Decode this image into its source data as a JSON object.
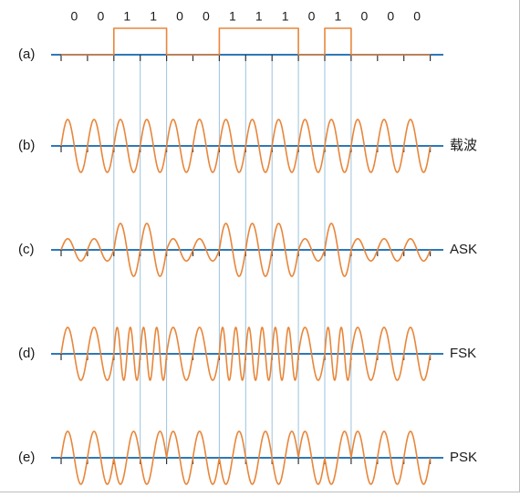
{
  "bits": [
    "0",
    "0",
    "1",
    "1",
    "0",
    "0",
    "1",
    "1",
    "1",
    "0",
    "1",
    "0",
    "0",
    "0"
  ],
  "rows": [
    {
      "id": "a",
      "label": "(a)",
      "kind": "digital",
      "name": ""
    },
    {
      "id": "b",
      "label": "(b)",
      "kind": "carrier",
      "name": "载波"
    },
    {
      "id": "c",
      "label": "(c)",
      "kind": "ask",
      "name": "ASK"
    },
    {
      "id": "d",
      "label": "(d)",
      "kind": "fsk",
      "name": "FSK"
    },
    {
      "id": "e",
      "label": "(e)",
      "kind": "psk",
      "name": "PSK"
    }
  ],
  "colors": {
    "axis": "#2e78b8",
    "signal": "#e8863a",
    "boundary": "#9cc3de",
    "tick": "#333333"
  }
}
